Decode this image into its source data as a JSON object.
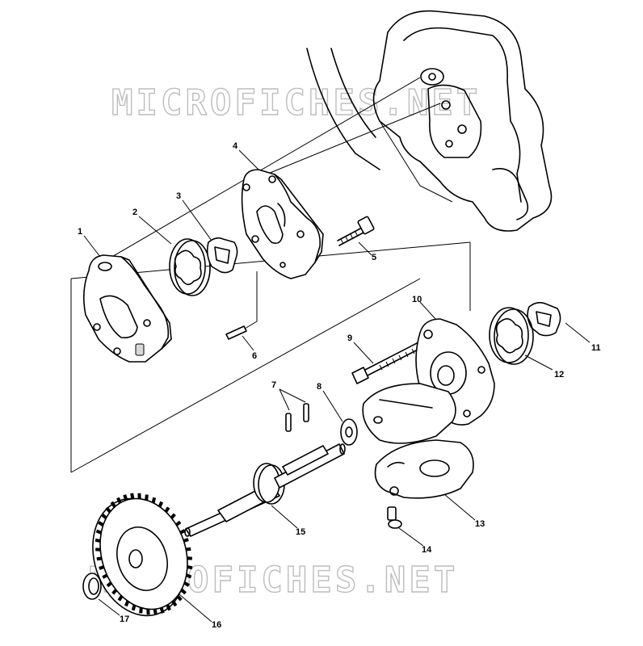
{
  "watermark": "MICROFICHES.NET",
  "labels": {
    "p1": "1",
    "p2": "2",
    "p3": "3",
    "p4": "4",
    "p5": "5",
    "p6": "6",
    "p7": "7",
    "p8": "8",
    "p9": "9",
    "p10": "10",
    "p11": "11",
    "p12": "12",
    "p13": "13",
    "p14": "14",
    "p15": "15",
    "p16": "16",
    "p17": "17"
  }
}
